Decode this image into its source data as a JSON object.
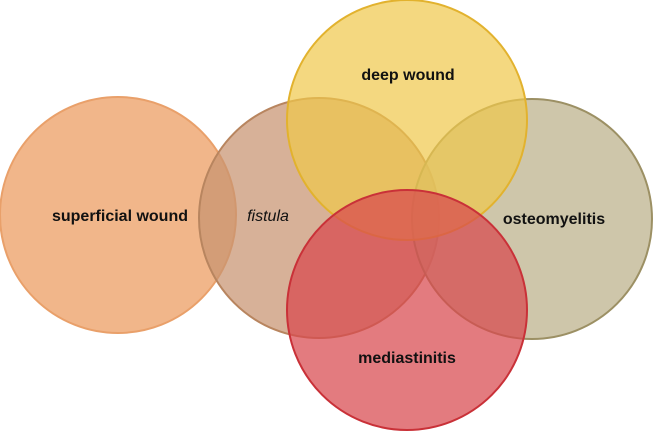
{
  "diagram": {
    "circles": [
      {
        "key": "superficial",
        "label": "superficial wound",
        "fill": "#F0B080",
        "stroke": "#E9A06A",
        "fill_opacity": 0.92
      },
      {
        "key": "fistula",
        "label": "fistula",
        "fill": "#C79370",
        "stroke": "#B8855F",
        "fill_opacity": 0.72
      },
      {
        "key": "osteomyelitis",
        "label": "osteomyelitis",
        "fill": "#BDB38E",
        "stroke": "#9C9064",
        "fill_opacity": 0.75
      },
      {
        "key": "deep",
        "label": "deep wound",
        "fill": "#F0C84A",
        "stroke": "#E2B22E",
        "fill_opacity": 0.7
      },
      {
        "key": "mediastinitis",
        "label": "mediastinitis",
        "fill": "#D8484E",
        "stroke": "#C93138",
        "fill_opacity": 0.72
      }
    ]
  }
}
